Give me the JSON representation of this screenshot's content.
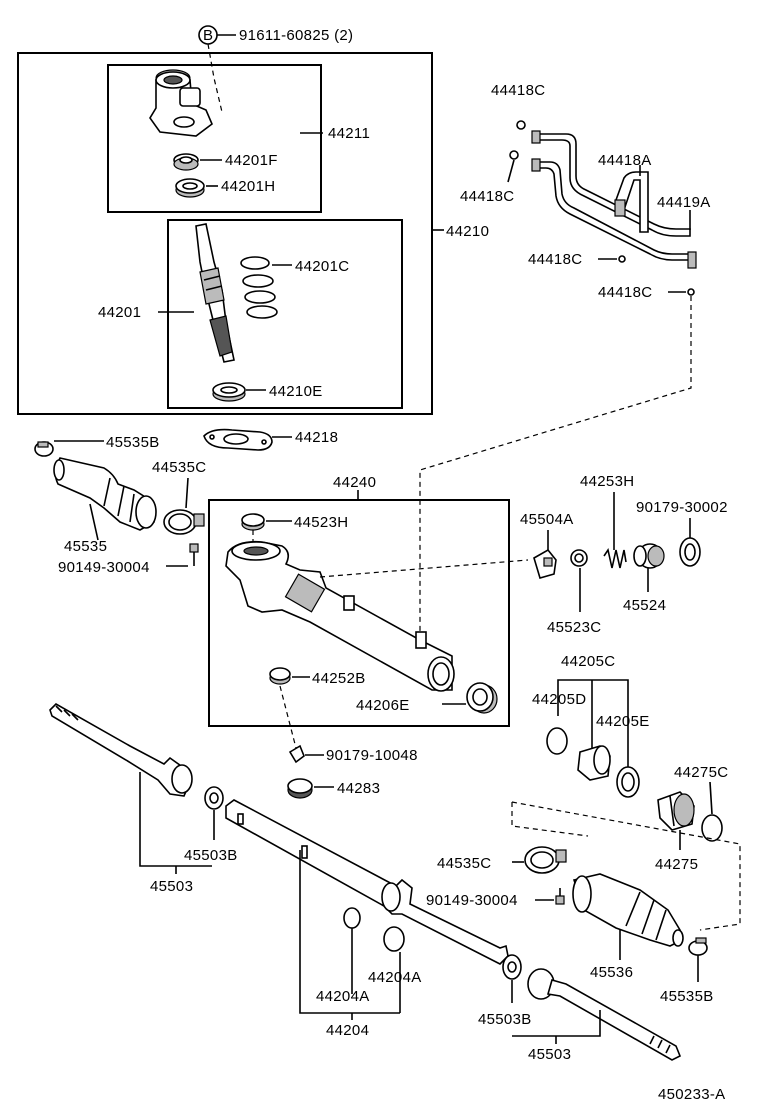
{
  "diagram": {
    "callouts": {
      "bolt_b_symbol": "B",
      "bolt_b": "91611-60825 (2)",
      "housing_44211": "44211",
      "bearing_44201f": "44201F",
      "bearing_44201h": "44201H",
      "valve_assy_44210": "44210",
      "seal_44201c": "44201C",
      "pinion_44201": "44201",
      "seal_44210e": "44210E",
      "union_44418c_1": "44418C",
      "tube_44418a": "44418A",
      "union_44418c_2": "44418C",
      "tube_44419a": "44419A",
      "union_44418c_3": "44418C",
      "union_44418c_4": "44418C",
      "clamp_45535b_left": "45535B",
      "gasket_44218": "44218",
      "clip_44535c_left": "44535C",
      "boot_45535": "45535",
      "bolt_90149_left": "90149-30004",
      "housing_44240": "44240",
      "bushing_44523h": "44523H",
      "guide_45504a": "45504A",
      "spring_44253h": "44253H",
      "nut_90179_30002": "90179-30002",
      "cap_45523c": "45523C",
      "plug_45524": "45524",
      "bushing_44252b": "44252B",
      "bushing_44206e": "44206E",
      "nut_90179_10048": "90179-10048",
      "cap_44283": "44283",
      "kit_44205c": "44205C",
      "ring_44205d": "44205D",
      "seal_44205e": "44205E",
      "ring_44275c": "44275C",
      "stopper_44275": "44275",
      "washer_45503b_left": "45503B",
      "tie_rod_45503_left": "45503",
      "clip_44535c_right": "44535C",
      "bolt_90149_right": "90149-30004",
      "boot_45536": "45536",
      "clamp_45535b_right": "45535B",
      "ring_44204a_1": "44204A",
      "ring_44204a_2": "44204A",
      "kit_44204": "44204",
      "washer_45503b_right": "45503B",
      "tie_rod_45503_right": "45503",
      "drawing_number": "450233-A"
    }
  }
}
